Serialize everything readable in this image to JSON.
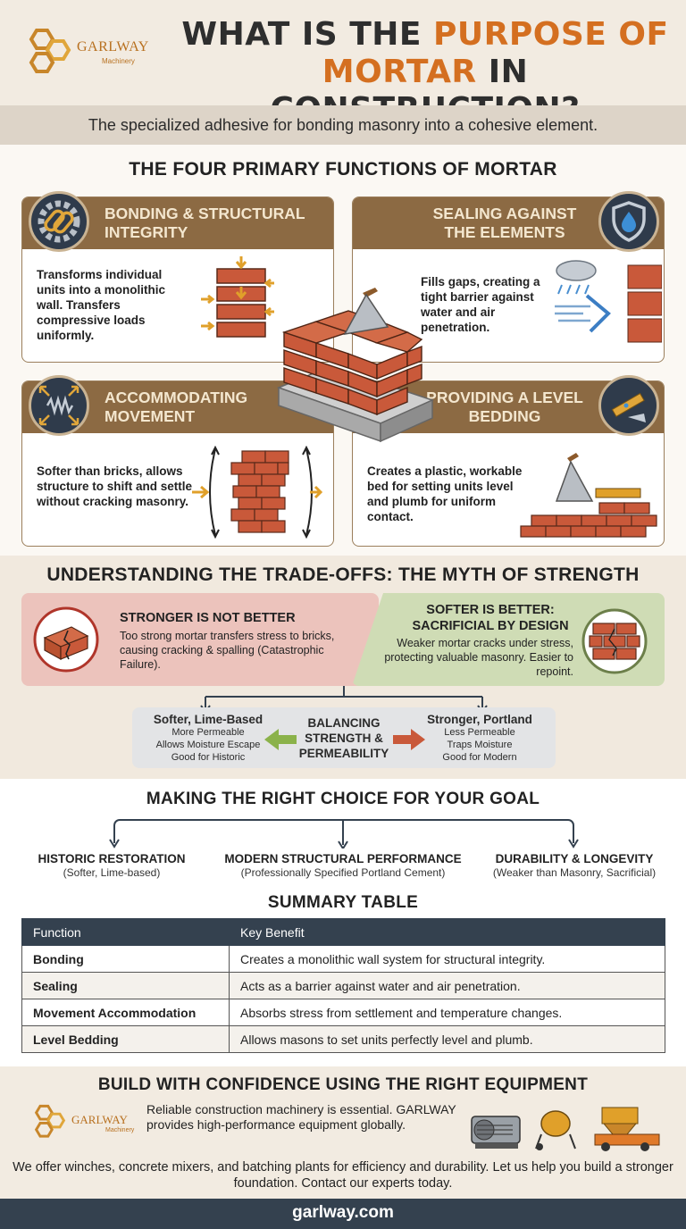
{
  "brand": {
    "name": "GARLWAY",
    "sub": "Machinery",
    "gold": "#c8862a",
    "accent": "#d46f20"
  },
  "header": {
    "title_part1": "WHAT IS THE ",
    "title_accent1": "PURPOSE OF",
    "title_accent2": "MORTAR",
    "title_part2": " IN CONSTRUCTION?",
    "subtitle": "The specialized adhesive for bonding masonry into a cohesive element."
  },
  "functions": {
    "title": "THE FOUR PRIMARY FUNCTIONS OF MORTAR",
    "cards": [
      {
        "title": "BONDING & STRUCTURAL INTEGRITY",
        "body": "Transforms individual units into a monolithic wall. Transfers compressive loads uniformly.",
        "icon": "chain-gear-icon"
      },
      {
        "title": "SEALING AGAINST THE ELEMENTS",
        "body": "Fills gaps, creating a tight barrier against water and air penetration.",
        "icon": "shield-drop-icon"
      },
      {
        "title": "ACCOMMODATING MOVEMENT",
        "body": "Softer than bricks, allows structure to shift and settle without cracking masonry.",
        "icon": "spring-arrows-icon"
      },
      {
        "title": "PROVIDING A LEVEL BEDDING",
        "body": "Creates a plastic, workable bed for setting units level and plumb for uniform contact.",
        "icon": "level-trowel-icon"
      }
    ]
  },
  "tradeoffs": {
    "title": "UNDERSTANDING THE TRADE-OFFS: THE MYTH OF STRENGTH",
    "stronger": {
      "title": "STRONGER IS NOT BETTER",
      "body": "Too strong mortar transfers stress to bricks, causing cracking & spalling (Catastrophic Failure)."
    },
    "softer": {
      "title": "SOFTER IS BETTER: SACRIFICIAL BY DESIGN",
      "body": "Weaker mortar cracks under stress, protecting valuable masonry. Easier to repoint."
    },
    "balance": {
      "center": "BALANCING STRENGTH & PERMEABILITY",
      "left_title": "Softer, Lime-Based",
      "left_lines": [
        "More Permeable",
        "Allows Moisture Escape",
        "Good for Historic"
      ],
      "right_title": "Stronger, Portland",
      "right_lines": [
        "Less Permeable",
        "Traps Moisture",
        "Good for Modern"
      ]
    }
  },
  "choice": {
    "title": "MAKING THE RIGHT CHOICE FOR YOUR GOAL",
    "options": [
      {
        "label": "HISTORIC RESTORATION",
        "sub": "(Softer, Lime-based)"
      },
      {
        "label": "MODERN STRUCTURAL PERFORMANCE",
        "sub": "(Professionally Specified Portland Cement)"
      },
      {
        "label": "DURABILITY & LONGEVITY",
        "sub": "(Weaker than Masonry, Sacrificial)"
      }
    ]
  },
  "summary": {
    "title": "SUMMARY TABLE",
    "headers": [
      "Function",
      "Key Benefit"
    ],
    "rows": [
      [
        "Bonding",
        "Creates a monolithic wall system for structural integrity."
      ],
      [
        "Sealing",
        "Acts as a barrier against water and air penetration."
      ],
      [
        "Movement Accommodation",
        "Absorbs stress from settlement and temperature changes."
      ],
      [
        "Level Bedding",
        "Allows masons to set units perfectly level and plumb."
      ]
    ]
  },
  "cta": {
    "title": "BUILD WITH CONFIDENCE USING THE RIGHT EQUIPMENT",
    "body1": "Reliable construction machinery is essential. GARLWAY provides high-performance equipment globally.",
    "body2": "We offer winches, concrete mixers, and batching plants for efficiency and durability. Let us help you build a stronger foundation. Contact our experts today.",
    "url": "garlway.com"
  }
}
